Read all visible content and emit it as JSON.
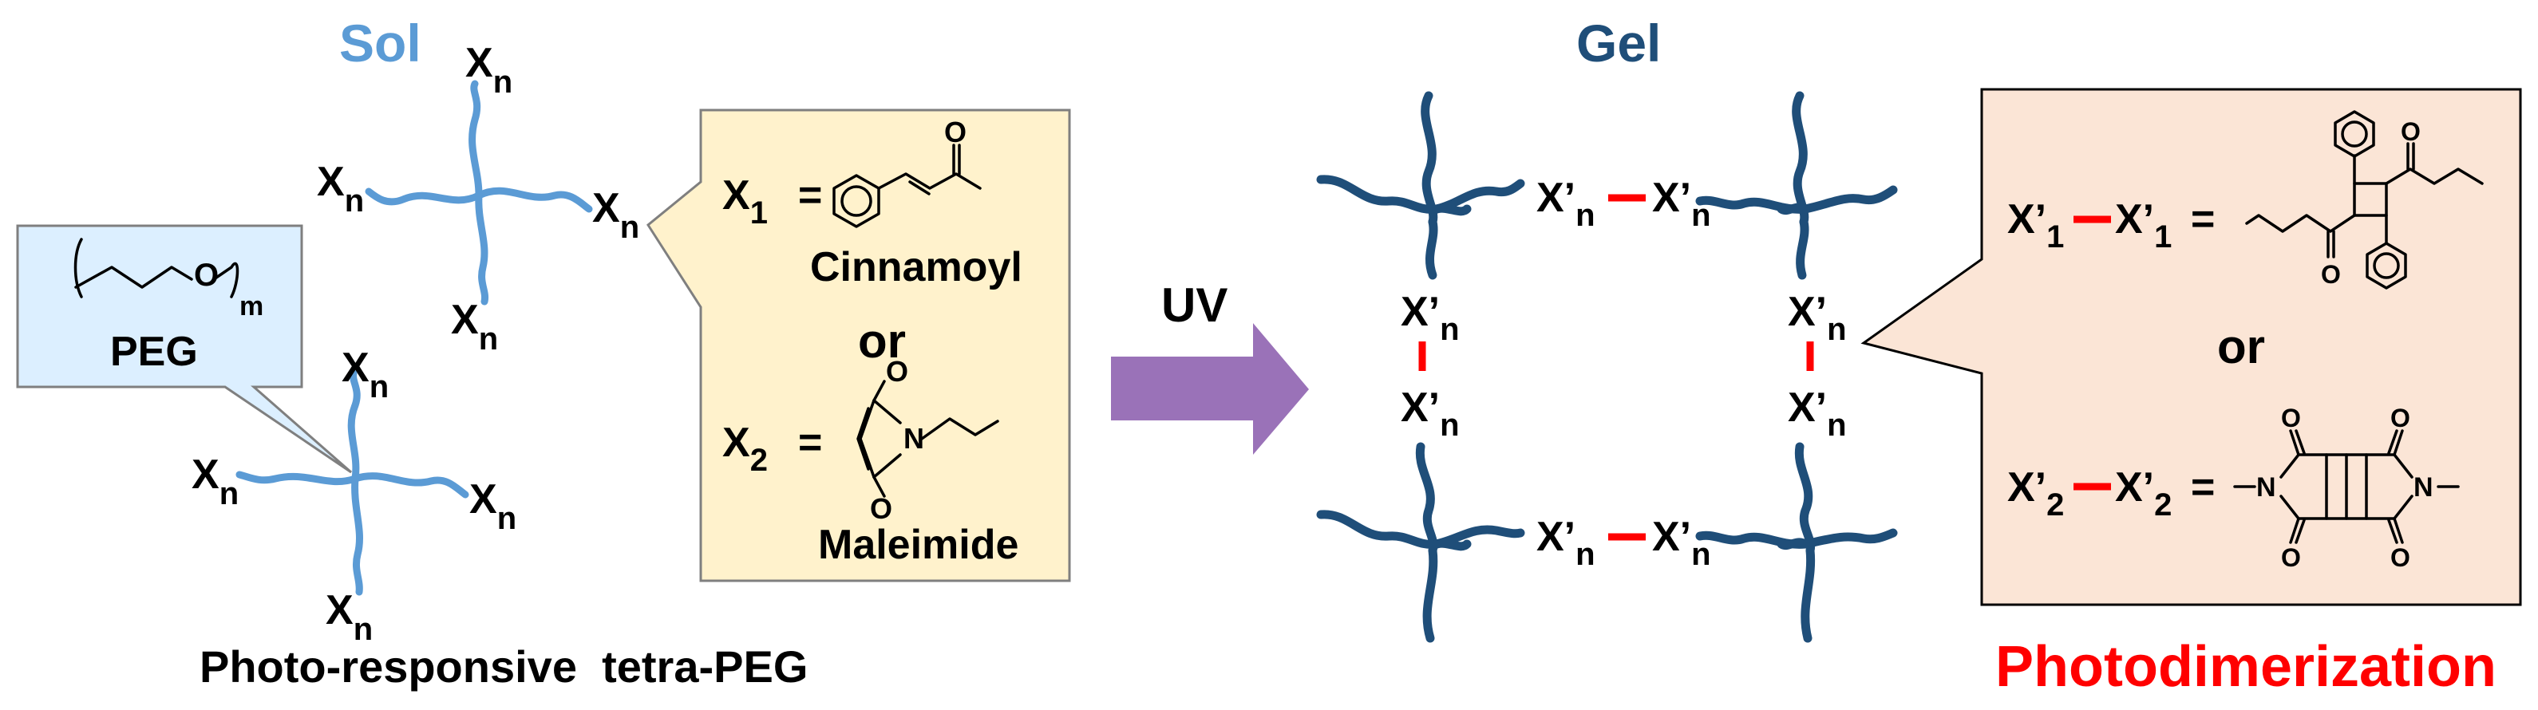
{
  "sol_title": "Sol",
  "gel_title": "Gel",
  "arm_label": "X",
  "arm_sub": "n",
  "peg_box": {
    "label": "PEG",
    "repeat_sub": "m",
    "oxygen": "O"
  },
  "monomer_box": {
    "x1_label": "X",
    "x1_sub": "1",
    "x1_name": "Cinnamoyl",
    "or_text": "or",
    "x2_label": "X",
    "x2_sub": "2",
    "x2_name": "Maleimide",
    "equals": "=",
    "carbonyl_o": "O",
    "nitrogen": "N"
  },
  "sol_caption": "Photo-responsive  tetra-PEG",
  "arrow_label": "UV",
  "gel_link": {
    "label": "X’",
    "sub": "n"
  },
  "dimer_box": {
    "d1_label": "X’",
    "d1_sub": "1",
    "or_text": "or",
    "d2_label": "X’",
    "d2_sub": "2",
    "equals": "=",
    "oxygen": "O",
    "nitrogen": "N"
  },
  "photo_caption": "Photodimerization",
  "colors": {
    "sol_blue": "#5b9bd5",
    "gel_navy": "#1f4e79",
    "arrow_purple": "#9a72b8",
    "bond_red": "#ff0000",
    "peg_box_fill": "#dcefff",
    "monomer_box_fill": "#fff2cc",
    "dimer_box_fill": "#fbe5d6"
  }
}
